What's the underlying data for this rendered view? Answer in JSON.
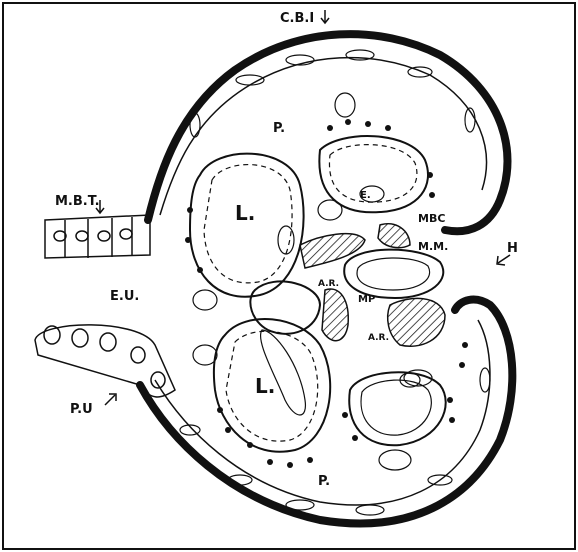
{
  "diagram": {
    "labels": {
      "cbi": "C.B.I",
      "mbt": "M.B.T.",
      "eu": "E.U.",
      "pu": "P.U",
      "h": "H",
      "p_top": "P.",
      "p_bottom": "P.",
      "l_upper": "L.",
      "l_lower": "L.",
      "mbc": "MBC",
      "mm": "M.M.",
      "mp": "MP",
      "ar_upper": "A.R.",
      "ar_lower": "A.R.",
      "e": "E."
    },
    "colors": {
      "ink": "#111111",
      "paper": "#ffffff"
    }
  }
}
